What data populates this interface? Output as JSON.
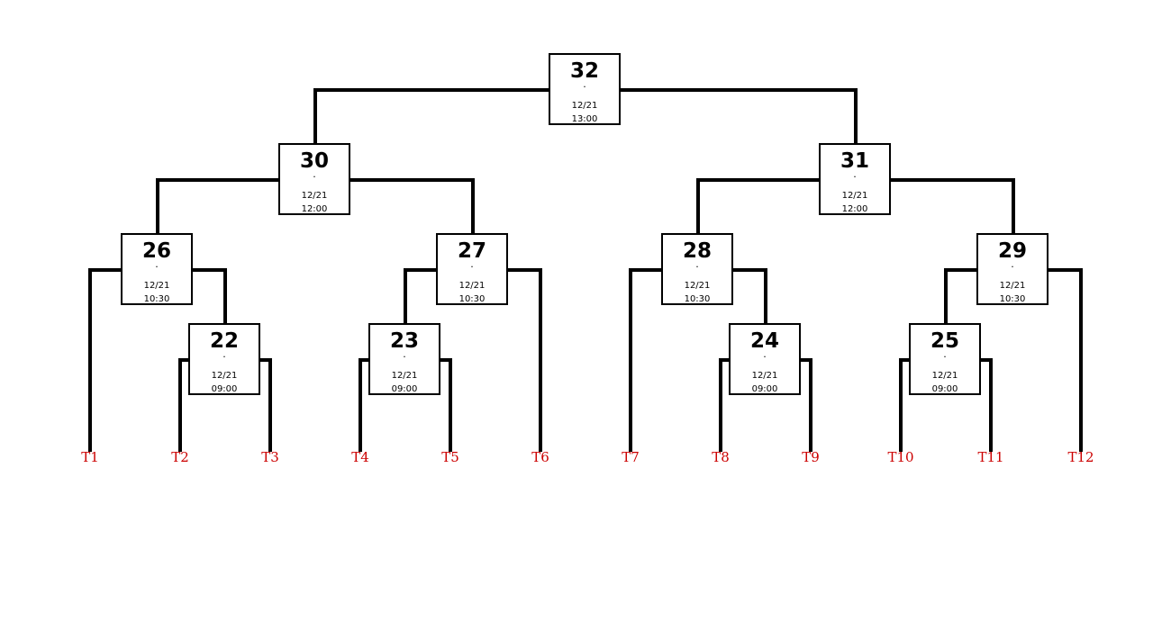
{
  "matches": [
    {
      "num": "32",
      "sep": "·",
      "date": "12/21",
      "time": "13:00"
    },
    {
      "num": "30",
      "sep": "·",
      "date": "12/21",
      "time": "12:00"
    },
    {
      "num": "31",
      "sep": "·",
      "date": "12/21",
      "time": "12:00"
    },
    {
      "num": "26",
      "sep": "·",
      "date": "12/21",
      "time": "10:30"
    },
    {
      "num": "27",
      "sep": "·",
      "date": "12/21",
      "time": "10:30"
    },
    {
      "num": "28",
      "sep": "·",
      "date": "12/21",
      "time": "10:30"
    },
    {
      "num": "29",
      "sep": "·",
      "date": "12/21",
      "time": "10:30"
    },
    {
      "num": "22",
      "sep": "·",
      "date": "12/21",
      "time": "09:00"
    },
    {
      "num": "23",
      "sep": "·",
      "date": "12/21",
      "time": "09:00"
    },
    {
      "num": "24",
      "sep": "·",
      "date": "12/21",
      "time": "09:00"
    },
    {
      "num": "25",
      "sep": "·",
      "date": "12/21",
      "time": "09:00"
    }
  ],
  "teams": [
    "T1",
    "T2",
    "T3",
    "T4",
    "T5",
    "T6",
    "T7",
    "T8",
    "T9",
    "T10",
    "T11",
    "T12"
  ],
  "colors": {
    "team_label": "#cc0000",
    "line": "#000000",
    "box_border": "#000000"
  }
}
